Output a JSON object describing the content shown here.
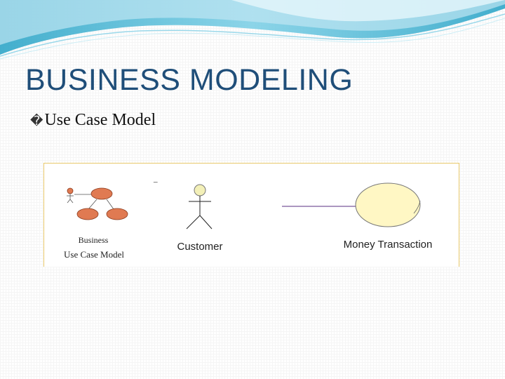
{
  "slide": {
    "title": "BUSINESS MODELING",
    "bullet_glyph": "�",
    "bullet_text": "Use Case Model"
  },
  "diagram": {
    "business_label_line1": "Business",
    "business_label_line2": "Use Case Model",
    "actor_label": "Customer",
    "usecase_label": "Money Transaction",
    "stray_mark": "_"
  },
  "colors": {
    "title": "#1f4e79",
    "frame_border": "#e8c86a",
    "actor_head_fill": "#f3f0b8",
    "usecase_fill": "#fff7c4",
    "association_line": "#5a2d82",
    "mini_usecase_fill": "#e07a52",
    "wave_light": "#bfe6f2",
    "wave_mid": "#7fd0e6",
    "wave_dark": "#2fa6c8"
  }
}
